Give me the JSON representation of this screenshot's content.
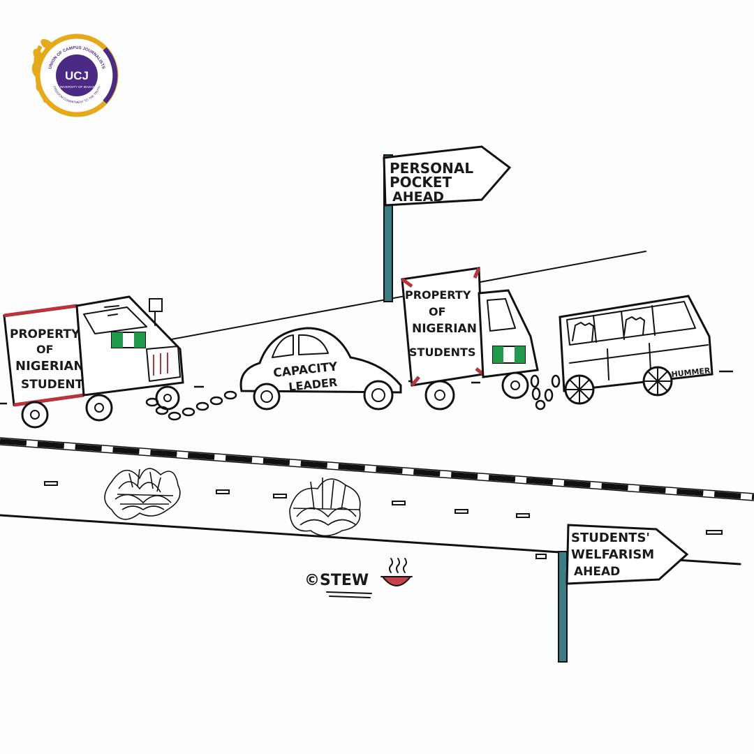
{
  "logo": {
    "arc_top": "UNION OF CAMPUS JOURNALISTS",
    "initials": "UCJ",
    "sub": "UNIVERSITY OF IBADAN",
    "arc_bottom": "FREEDOM COMMITMENT TO THE TRUTH"
  },
  "signs": {
    "top": {
      "line1": "PERSONAL",
      "line2": "POCKET",
      "line3": "AHEAD"
    },
    "bottom": {
      "line1": "STUDENTS'",
      "line2": "WELFARISM",
      "line3": "AHEAD"
    }
  },
  "vehicles": {
    "truck_left": {
      "line1": "PROPERTY",
      "line2": "OF",
      "line3": "NIGERIAN",
      "line4": "STUDENTS"
    },
    "car": {
      "line1": "CAPACITY",
      "line2": "LEADER"
    },
    "truck_right": {
      "line1": "PROPERTY",
      "line2": "OF",
      "line3": "NIGERIAN",
      "line4": "STUDENTS"
    },
    "suv": {
      "label": "HUMMER."
    }
  },
  "signature": {
    "text": "©STEW"
  },
  "colors": {
    "flag_green": "#1f9a4a",
    "logo_purple": "#4b2a86",
    "logo_gold": "#e6a91a",
    "sign_pole": "#3d7d86",
    "corner_red": "#b8343a"
  }
}
